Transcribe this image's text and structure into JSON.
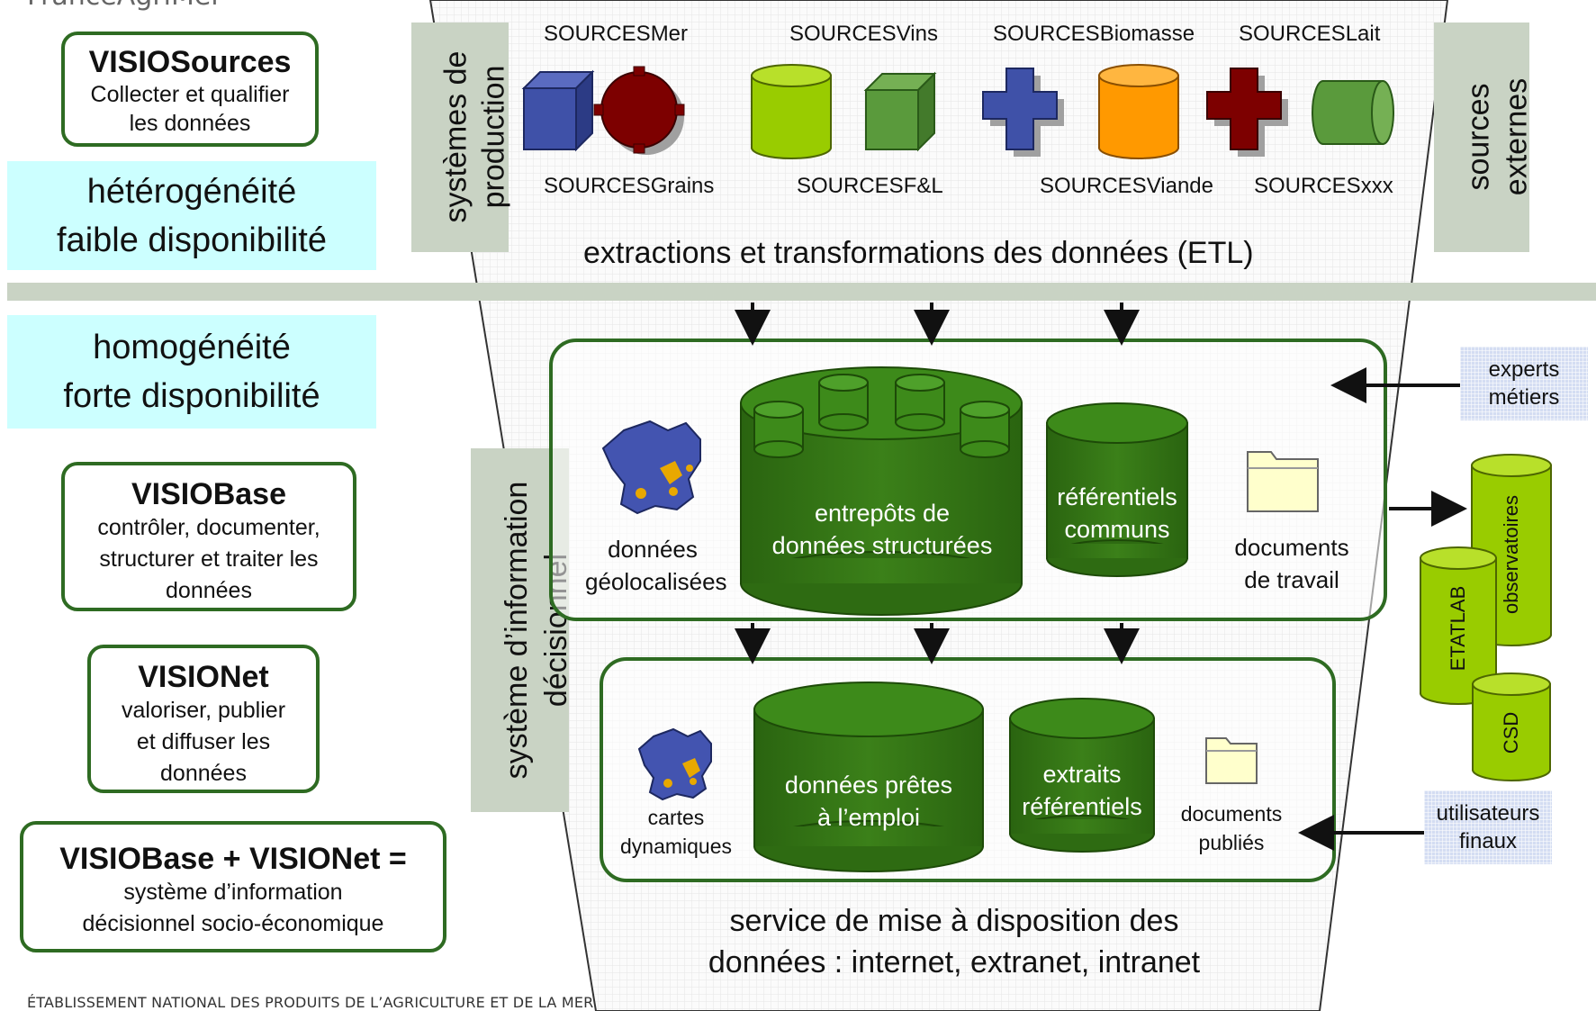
{
  "header": {
    "brand": "FranceAgriMer"
  },
  "footer": {
    "text": "ÉTABLISSEMENT NATIONAL DES PRODUITS DE L’AGRICULTURE ET DE LA MER"
  },
  "left": {
    "visiosources": {
      "title": "VISIOSources",
      "desc_lines": [
        "Collecter et qualifier",
        "les données"
      ]
    },
    "top_state": [
      "hétérogénéité",
      "faible disponibilité"
    ],
    "bottom_state": [
      "homogénéité",
      "forte disponibilité"
    ],
    "visiobase": {
      "title": "VISIOBase",
      "desc_lines": [
        "contrôler, documenter,",
        "structurer et traiter les",
        "données"
      ]
    },
    "visionet": {
      "title": "VISIONet",
      "desc_lines": [
        "valoriser, publier",
        "et diffuser les",
        "données"
      ]
    },
    "combined": {
      "title": "VISIOBase + VISIONet =",
      "desc_lines": [
        "système d’information",
        "décisionnel socio-économique"
      ]
    }
  },
  "production": {
    "side_label_lines": [
      "systèmes de",
      "production"
    ],
    "external_label_lines": [
      "sources",
      "externes"
    ],
    "top_labels": [
      "SOURCESMer",
      "SOURCESVins",
      "SOURCESBiomasse",
      "SOURCESLait"
    ],
    "bottom_labels": [
      "SOURCESGrains",
      "SOURCESF&L",
      "SOURCESViande",
      "SOURCESxxx"
    ],
    "etl": "extractions et transformations des données (ETL)",
    "shape_colors": {
      "blue": "#3f51a8",
      "red": "#7d0000",
      "lime": "#99cc00",
      "green": "#5a9a3c",
      "orange": "#ff9900"
    }
  },
  "sid": {
    "side_label_lines": [
      "système d’information",
      "décisionnel"
    ],
    "upper": {
      "geo_lines": [
        "données",
        "géolocalisées"
      ],
      "warehouse_lines": [
        "entrepôts de",
        "données structurées"
      ],
      "referentiels_lines": [
        "référentiels",
        "communs"
      ],
      "docs_lines": [
        "documents",
        "de travail"
      ]
    },
    "lower": {
      "maps_lines": [
        "cartes",
        "dynamiques"
      ],
      "ready_lines": [
        "données prêtes",
        "à l’emploi"
      ],
      "extracts_lines": [
        "extraits",
        "référentiels"
      ],
      "published_lines": [
        "documents",
        "publiés"
      ]
    },
    "colors": {
      "dark_green": "#2e6b12",
      "map_blue": "#4354b0",
      "map_orange": "#e8a800"
    }
  },
  "right": {
    "experts_lines": [
      "experts",
      "métiers"
    ],
    "users_lines": [
      "utilisateurs",
      "finaux"
    ],
    "outputs": [
      "observatoires",
      "ETATLAB",
      "CSD"
    ]
  },
  "service": {
    "lines": [
      "service de mise à disposition des",
      "données : internet, extranet, intranet"
    ]
  }
}
